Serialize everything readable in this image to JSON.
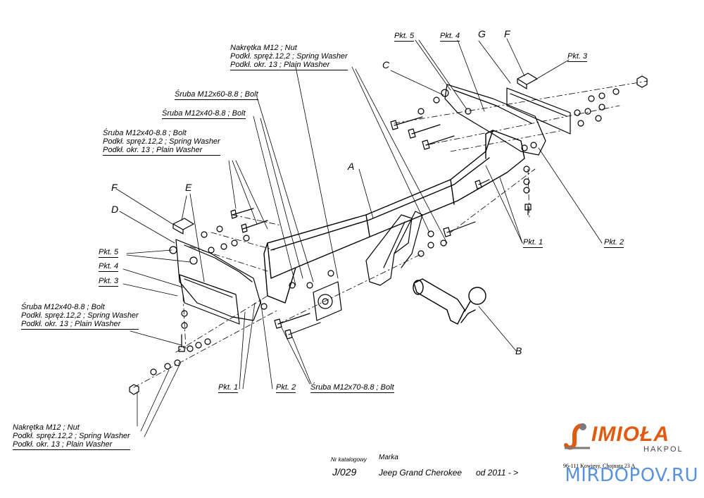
{
  "labels": {
    "nut_group_top": [
      "Nakrętka  M12 ; Nut",
      "Podkł. spręż.12,2 ; Spring Washer",
      "Podkł. okr. 13 ; Plain Washer"
    ],
    "bolt_m12x60": "Śruba M12x60-8.8  ;  Bolt",
    "bolt_m12x40_top": "Śruba M12x40-8.8  ;  Bolt",
    "bolt_group_left": [
      "Śruba M12x40-8.8 ;  Bolt",
      "Podkł. spręż.12,2 ; Spring Washer",
      "Podkł. okr. 13 ; Plain Washer"
    ],
    "bolt_group_lower": [
      "Śruba M12x40-8.8 ;  Bolt",
      "Podkł. spręż.12,2 ; Spring Washer",
      "Podkł. okr. 13 ; Plain Washer"
    ],
    "nut_group_bottom": [
      "Nakrętka  M12 ; Nut",
      "Podkł. spręż.12,2 ; Spring Washer",
      "Podkł. okr. 13 ; Plain Washer"
    ],
    "bolt_m12x70": "Śruba M12x70-8.8  ;  Bolt",
    "pkt5_top": "Pkt. 5",
    "pkt4_top": "Pkt. 4",
    "pkt3_top": "Pkt. 3",
    "pkt5_left": "Pkt. 5",
    "pkt4_left": "Pkt. 4",
    "pkt3_left": "Pkt. 3",
    "pkt1_right": "Pkt. 1",
    "pkt2_right": "Pkt. 2",
    "pkt1_bottom": "Pkt. 1",
    "pkt2_bottom": "Pkt. 2"
  },
  "letters": {
    "a": "A",
    "b": "B",
    "c": "C",
    "d": "D",
    "e": "E",
    "f_left": "F",
    "f_top": "F",
    "g": "G"
  },
  "footer": {
    "catalog_label": "Nr katalogowy",
    "brand_label": "Marka",
    "catalog_no": "J/029",
    "model": "Jeep Grand Cherokee",
    "year": "od 2011 - >"
  },
  "brand": {
    "name": "IMIOŁA",
    "sub": "HAKPOL",
    "address": "96-111 Kowiesy, Chojnata 23 A",
    "color": "#e05a0f"
  },
  "watermark": "MIRDOPOV.RU"
}
